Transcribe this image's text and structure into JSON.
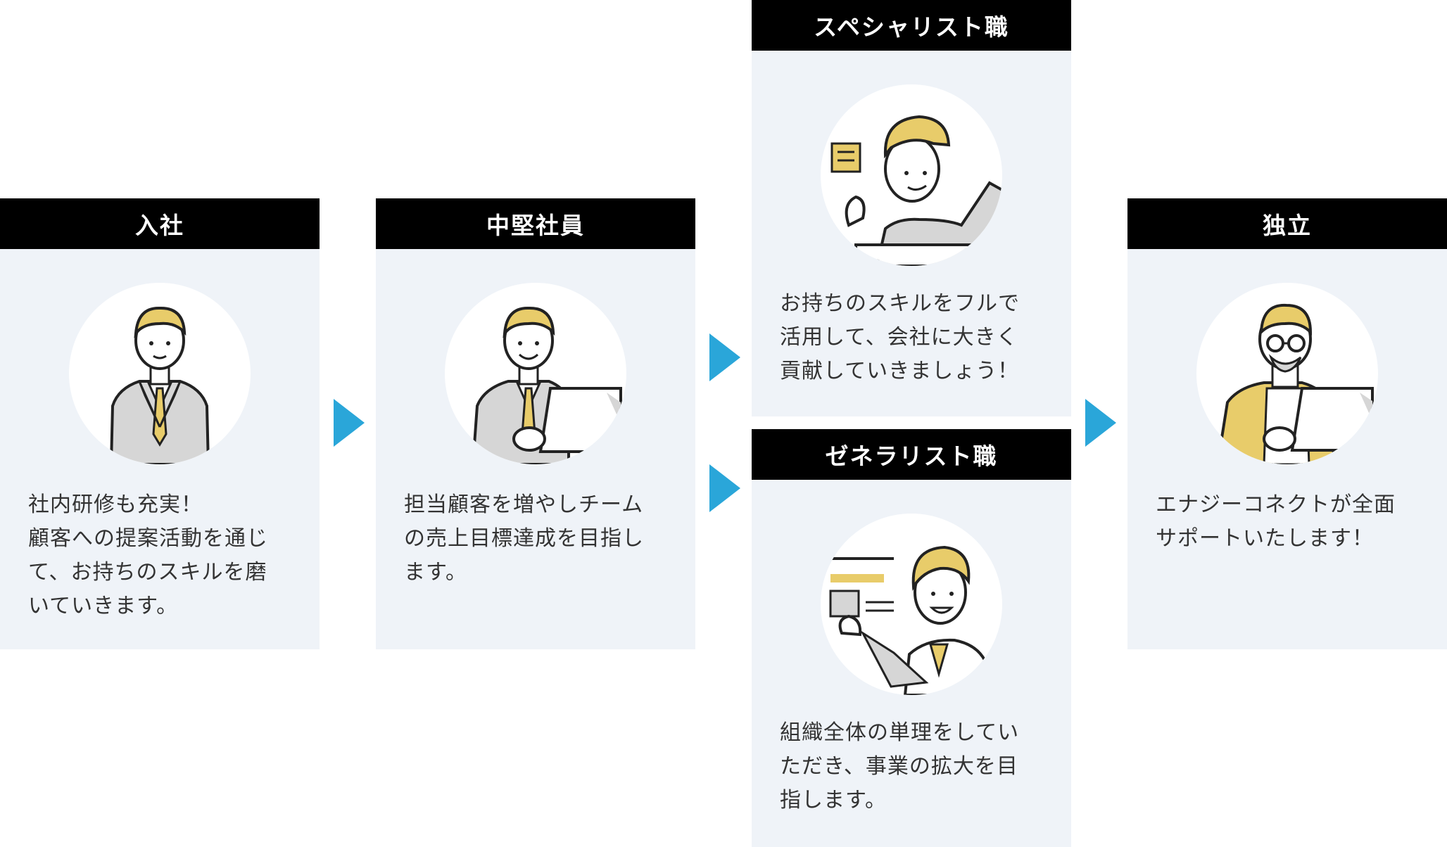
{
  "colors": {
    "header_bg": "#000000",
    "header_text": "#ffffff",
    "card_bg": "#eff3f8",
    "arrow": "#2aa6d9",
    "accent_yellow": "#e8cc6a",
    "suit_gray": "#d6d6d6",
    "text": "#333333"
  },
  "stages": [
    {
      "id": "entry",
      "title": "入社",
      "icon": "new-employee-icon",
      "text": "社内研修も充実！\n顧客への提案活動を通じ\nて、お持ちのスキルを磨\nいていきます。"
    },
    {
      "id": "mid",
      "title": "中堅社員",
      "icon": "mid-level-employee-icon",
      "text": "担当顧客を増やしチーム\nの売上目標達成を目指し\nます。"
    },
    {
      "id": "specialist",
      "title": "スペシャリスト職",
      "icon": "specialist-icon",
      "text": "お持ちのスキルをフルで\n活用して、会社に大きく\n貢献していきましょう！"
    },
    {
      "id": "generalist",
      "title": "ゼネラリスト職",
      "icon": "generalist-icon",
      "text": "組織全体の単理をしてい\nただき、事業の拡大を目\n指します。"
    },
    {
      "id": "independent",
      "title": "独立",
      "icon": "independent-icon",
      "text": "エナジーコネクトが全面\nサポートいたします！"
    }
  ],
  "arrows": [
    "arrow-right-icon",
    "arrow-right-icon",
    "arrow-right-icon",
    "arrow-right-icon"
  ]
}
